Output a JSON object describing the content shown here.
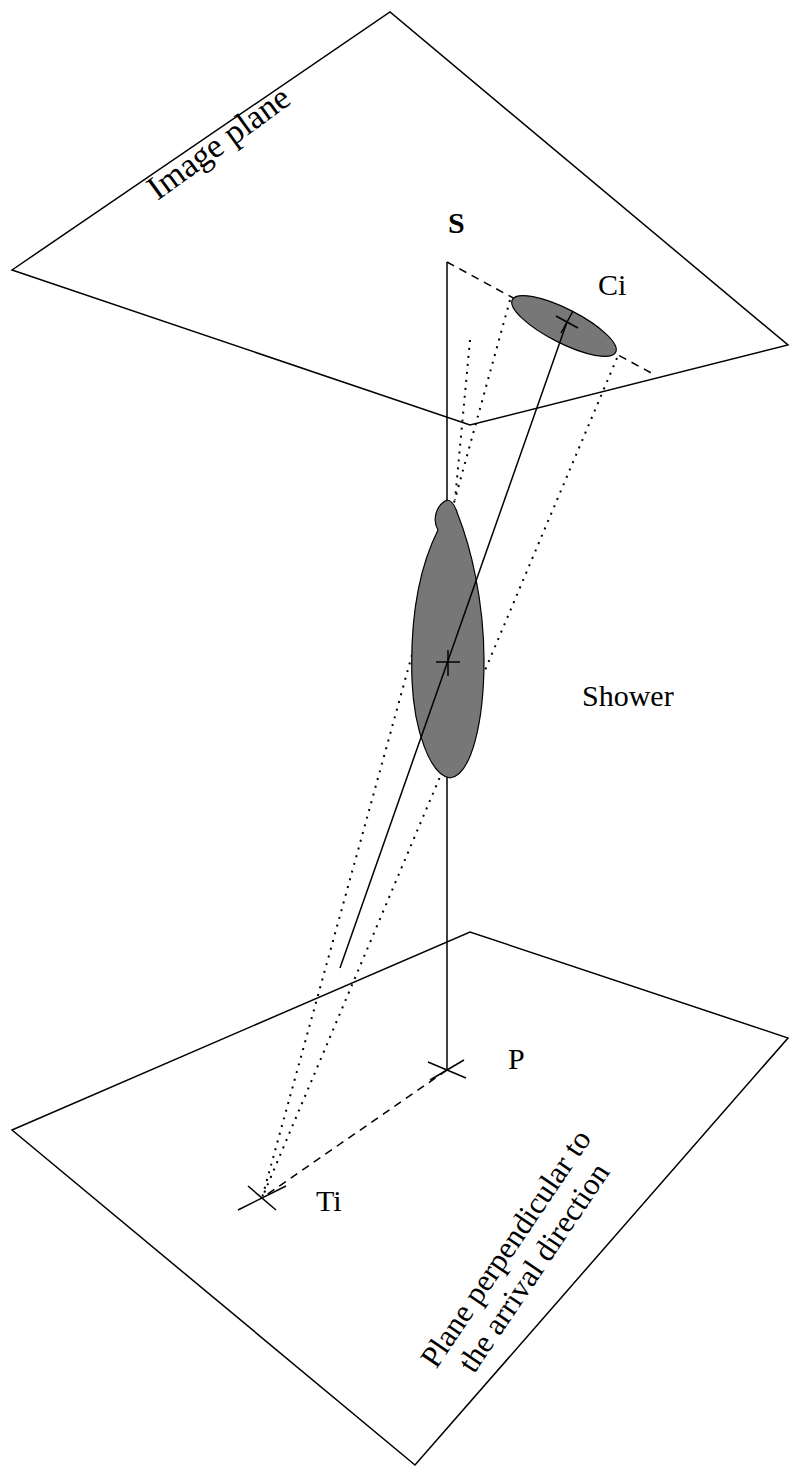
{
  "diagram": {
    "nodes": [
      {
        "text": [
          "Image plane"
        ]
      },
      {
        "text": [
          "Plane perpendicular to the arrival direction"
        ]
      }
    ],
    "labels": [
      "S",
      "Ci",
      "Shower",
      "P",
      "Ti"
    ]
  }
}
